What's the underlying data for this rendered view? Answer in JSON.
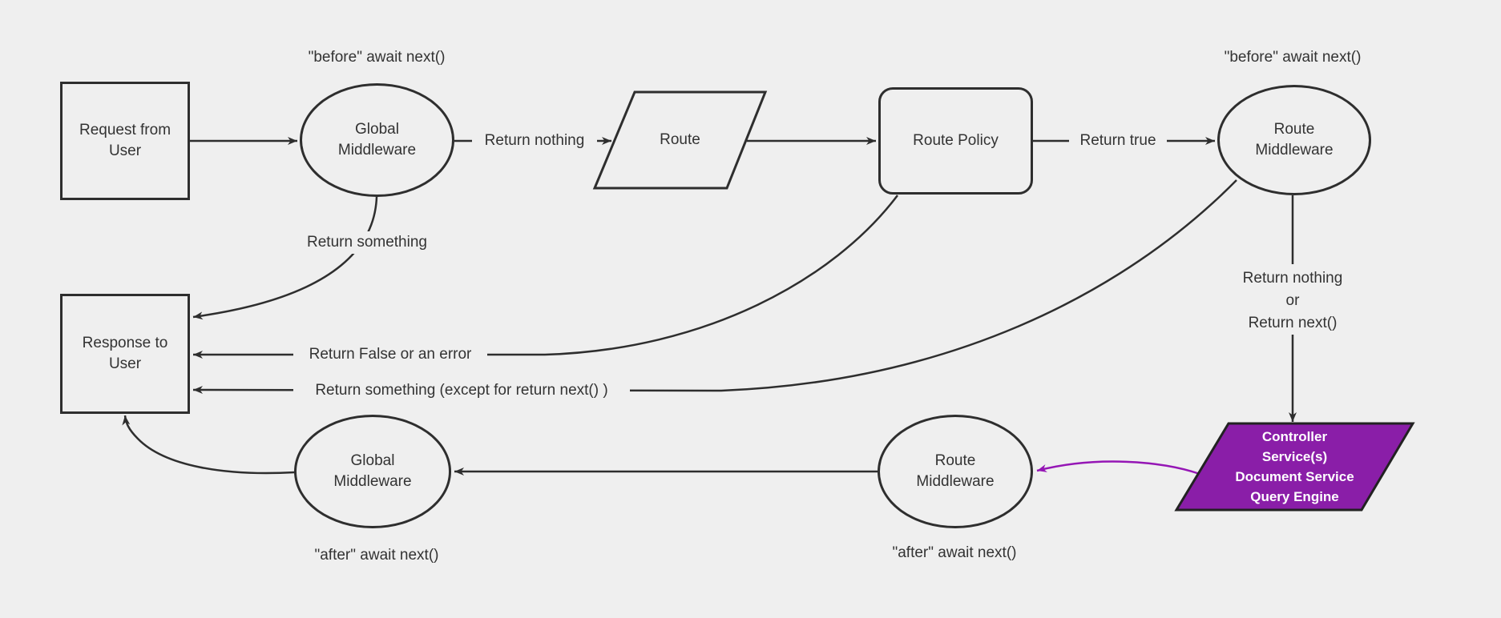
{
  "canvas": {
    "background": "#efefef",
    "stroke_color": "#2e2e2e",
    "text_color": "#333333",
    "purple_fill": "#8a1ea8",
    "purple_arrow": "#9516b5"
  },
  "nodes": {
    "request": {
      "label": "Request from User",
      "shape": "rectangle"
    },
    "global_middleware_top": {
      "label": "Global Middleware",
      "shape": "ellipse"
    },
    "route": {
      "label": "Route",
      "shape": "parallelogram"
    },
    "route_policy": {
      "label": "Route Policy",
      "shape": "rounded-rectangle"
    },
    "route_middleware_top": {
      "label": "Route Middleware",
      "shape": "ellipse"
    },
    "response": {
      "label": "Response to User",
      "shape": "rectangle"
    },
    "global_middleware_bottom": {
      "label": "Global Middleware",
      "shape": "ellipse"
    },
    "route_middleware_bottom": {
      "label": "Route Middleware",
      "shape": "ellipse"
    },
    "services": {
      "shape": "parallelogram",
      "lines": [
        "Controller",
        "Service(s)",
        "Document Service",
        "Query Engine"
      ]
    }
  },
  "annotations": {
    "before_await_left": "\"before\" await next()",
    "before_await_right": "\"before\" await next()",
    "after_await_left": "\"after\" await next()",
    "after_await_right": "\"after\" await next()"
  },
  "edge_labels": {
    "return_nothing": "Return nothing",
    "return_true": "Return true",
    "return_something": "Return something",
    "return_false": "Return False or an error",
    "return_something_except": "Return something (except for return next() )",
    "return_nothing_or": [
      "Return nothing",
      "or",
      "Return next()"
    ]
  }
}
